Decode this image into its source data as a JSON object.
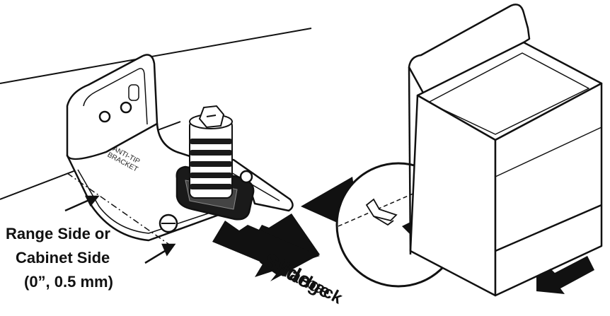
{
  "bracket": {
    "label_line1": "ANTI-TIP",
    "label_line2": "BRACKET"
  },
  "callout": {
    "line1": "Range Side or",
    "line2": "Cabinet Side",
    "line3": "(0”, 0.5 mm)"
  },
  "action": {
    "word1": "Slide",
    "word2": "range",
    "word3": "back"
  },
  "colors": {
    "ink": "#111111",
    "fill": "#ffffff",
    "shade": "#e8e8e8",
    "dark": "#1a1a1a"
  }
}
